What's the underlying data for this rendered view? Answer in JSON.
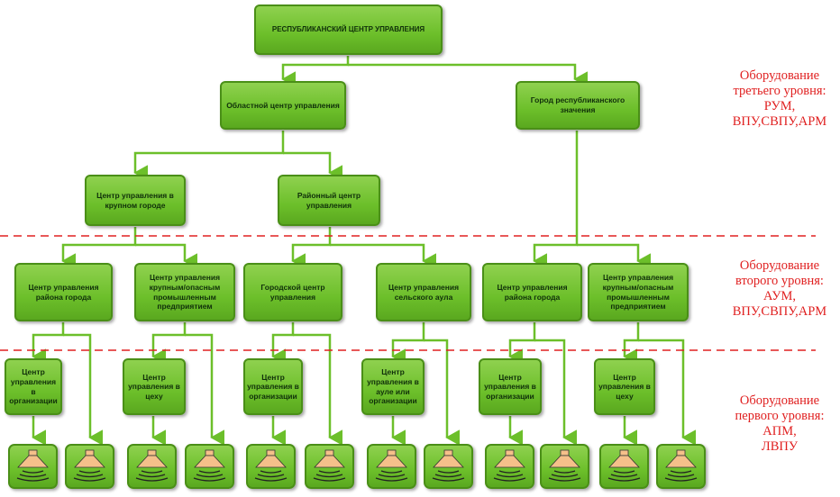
{
  "nodes": {
    "root": "РЕСПУБЛИКАНСКИЙ ЦЕНТР УПРАВЛЕНИЯ",
    "oblast": "Областной центр управления",
    "city_rep": "Город республиканского значения",
    "big_city": "Центр управления в крупном городе",
    "district": "Районный центр управления",
    "l2_1": "Центр управления района города",
    "l2_2": "Центр управления крупным/опасным промышленным предприятием",
    "l2_3": "Городской центр управления",
    "l2_4": "Центр управления сельского аула",
    "l2_5": "Центр управления района города",
    "l2_6": "Центр управления крупным/опасным промышленным предприятием",
    "l1_1": "Центр управления в организации",
    "l1_2": "Центр управления в цеху",
    "l1_3": "Центр управления в организации",
    "l1_4": "Центр управления в ауле или организации",
    "l1_5": "Центр управления в организации",
    "l1_6": "Центр управления в цеху"
  },
  "levels": {
    "third": [
      "Оборудование",
      "третьего уровня:",
      "РУМ,",
      "ВПУ,СВПУ,АРМ"
    ],
    "second": [
      "Оборудование",
      "второго уровня:",
      "АУМ,",
      "ВПУ,СВПУ,АРМ"
    ],
    "first": [
      "Оборудование",
      "первого уровня:",
      "АПМ,",
      "ЛВПУ"
    ]
  },
  "colors": {
    "node_fill": "#6cbf2a",
    "node_border": "#4a8f17",
    "connector": "#6cbf2a",
    "divider": "#e02020",
    "level_text": "#e02020",
    "speaker_cone": "#f5c08a"
  },
  "icons": {
    "speaker": "loudspeaker-icon"
  }
}
